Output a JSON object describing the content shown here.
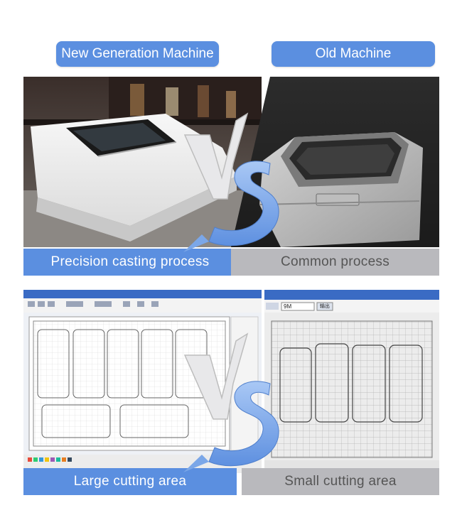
{
  "header": {
    "left_label": "New Generation Machine",
    "right_label": "Old Machine"
  },
  "comparison_top": {
    "left_caption": "Precision casting process",
    "right_caption": "Common process"
  },
  "comparison_bottom": {
    "left_caption": "Large cutting area",
    "right_caption": "Small cutting area",
    "old_software": {
      "dropdown_value": "9M",
      "button_label": "输出"
    }
  },
  "colors": {
    "accent_blue": "#5b8fe0",
    "gray_caption": "#b9b9bd",
    "caption_dark_text": "#555555",
    "vs_blue": "#7ba7e8"
  }
}
